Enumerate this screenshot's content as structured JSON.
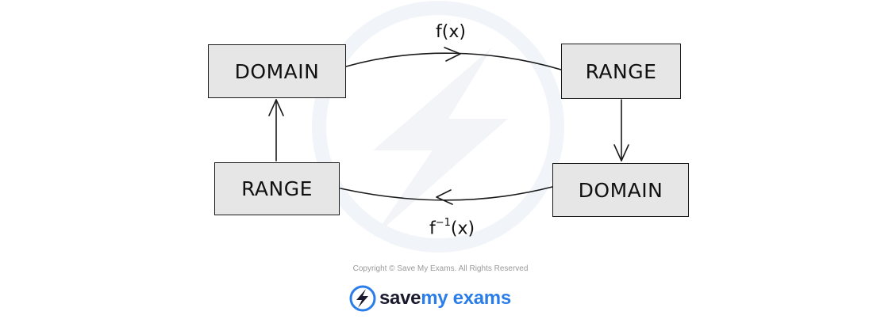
{
  "diagram": {
    "top_left": "DOMAIN",
    "top_right": "RANGE",
    "bottom_right": "DOMAIN",
    "bottom_left": "RANGE",
    "forward_label": "f(x)",
    "inverse_base": "f",
    "inverse_exp": "−1",
    "inverse_arg": "(x)"
  },
  "footer": {
    "copyright": "Copyright © Save My Exams. All Rights Reserved",
    "brand_save": "save",
    "brand_rest": "my exams"
  },
  "colors": {
    "box_fill": "#e6e6e6",
    "stroke": "#1a1a1a",
    "brand_dark": "#1a1a2e",
    "brand_blue": "#2b7de9",
    "watermark": "#eef2f8"
  }
}
